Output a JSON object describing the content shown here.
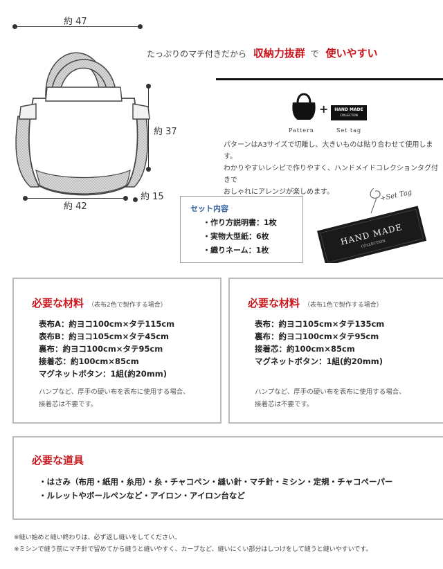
{
  "dimensions": {
    "width_top": "約 47",
    "height": "約 37",
    "depth": "約 15",
    "width_bottom": "約 42"
  },
  "catch_copy": {
    "lead": "たっぷりのマチ付きだから",
    "highlight1": "収納力抜群",
    "middle": "で",
    "highlight2": "使いやすい"
  },
  "product_icons": {
    "pattern_label": "Pattern",
    "plus": "+",
    "tag_label": "Set tag",
    "tag_line1": "HAND MADE",
    "tag_line2": "COLLECTION"
  },
  "description": [
    "パターンはA3サイズで切離し、大きいものは貼り合わせて使用します。",
    "わかりやすいレシピで作りやすく、ハンドメイドコレクションタグ付きで",
    "おしゃれにアレンジが楽しめます。"
  ],
  "set_contents": {
    "title": "セット内容",
    "items": [
      "・作り方説明書：1枚",
      "・実物大型紙：6枚",
      "・織りネーム：1枚"
    ]
  },
  "tag_photo": {
    "handwriting": "+Set Tag",
    "line1": "HAND MADE",
    "line2": "COLLECTION."
  },
  "materials_two": {
    "title": "必要な材料",
    "subtitle": "（表布2色で製作する場合）",
    "items": [
      "表布A：約ヨコ100cm×タテ115cm",
      "表布B：約ヨコ105cm×タテ45cm",
      "裏布：約ヨコ100cm×タテ95cm",
      "接着芯：約100cm×85cm",
      "マグネットボタン：1組(約20mm)"
    ],
    "note": [
      "ハンプなど、厚手の硬い布を表布に使用する場合、",
      "接着芯は不要です。"
    ]
  },
  "materials_one": {
    "title": "必要な材料",
    "subtitle": "（表布1色で製作する場合）",
    "items": [
      "表布：約ヨコ105cm×タテ135cm",
      "裏布：約ヨコ100cm×タテ95cm",
      "接着芯：約100cm×85cm",
      "マグネットボタン：1組(約20mm)"
    ],
    "note": [
      "ハンプなど、厚手の硬い布を表布に使用する場合、",
      "接着芯は不要です。"
    ]
  },
  "tools": {
    "title": "必要な道具",
    "lines": [
      "・はさみ（布用・紙用・糸用）・糸・チャコペン・縫い針・マチ針・ミシン・定規・チャコペーパー",
      "・ルレットやボールペンなど・アイロン・アイロン台など"
    ]
  },
  "footnotes": [
    "※縫い始めと縫い終わりは、必ず返し縫いをしてください。",
    "※ミシンで縫う前にマチ針で留めてから縫うと縫いやすく、カーブなど、縫いにくい部分はしつけをして縫うと縫いやすいです。"
  ],
  "colors": {
    "accent_red": "#c7161d",
    "accent_blue": "#2d5f9e"
  }
}
